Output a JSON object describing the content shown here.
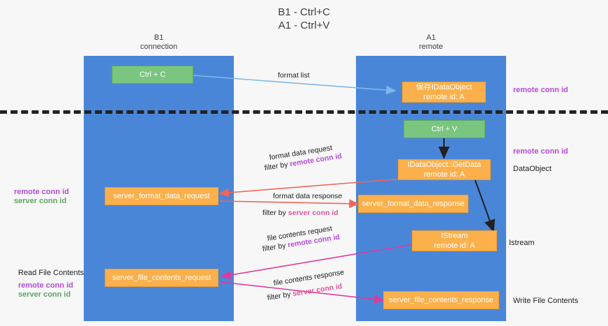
{
  "title": "B1 - Ctrl+C\nA1 - Ctrl+V",
  "lanes": [
    {
      "id": "b1",
      "title": "B1\nconnection"
    },
    {
      "id": "a1",
      "title": "A1\nremote"
    }
  ],
  "nodes": [
    {
      "id": "ctrl-c",
      "label": "Ctrl + C"
    },
    {
      "id": "save-idataobject",
      "label": "保存IDataObject\nremote id: A"
    },
    {
      "id": "ctrl-v",
      "label": "Ctrl + V"
    },
    {
      "id": "idataobject-getdata",
      "label": "IDataObject::GetData\nremote id: A"
    },
    {
      "id": "server-format-data-request",
      "label": "server_format_data_request"
    },
    {
      "id": "server-format-data-response",
      "label": "server_format_data_response"
    },
    {
      "id": "istream",
      "label": "IStream\nremote id: A"
    },
    {
      "id": "server-file-contents-request",
      "label": "server_file_contents_request"
    },
    {
      "id": "server-file-contents-response",
      "label": "server_file_contents_response"
    }
  ],
  "edge_labels": {
    "format_list": "format list",
    "format_data_request": "format data request",
    "filter_by": "filter by ",
    "remote_conn_id": "remote conn id",
    "format_data_response": "format data response",
    "server_conn_id": "server conn id",
    "file_contents_request": "file contents request",
    "file_contents_response": "file contents response"
  },
  "annotations": {
    "remote_conn_id_top": "remote conn id",
    "remote_conn_id_mid": "remote conn id",
    "data_object": "DataObject",
    "istream": "Istream",
    "write_file_contents": "Write File Contents",
    "read_file_contents": "Read File Contents",
    "left_remote_conn_id_1": "remote conn id",
    "left_server_conn_id_1": "server conn id",
    "left_remote_conn_id_2": "remote conn id",
    "left_server_conn_id_2": "server conn id"
  },
  "colors": {
    "lane": "#4a86d8",
    "green_node": "#7ac57f",
    "orange_node": "#fbb04b",
    "remote_purple": "#b54bd8",
    "server_green": "#5fa463",
    "server_pink": "#e0559c",
    "red_arrow": "#f0655a",
    "magenta_arrow": "#e0399c",
    "blue_arrow": "#7fb8e8",
    "black_arrow": "#202124"
  }
}
